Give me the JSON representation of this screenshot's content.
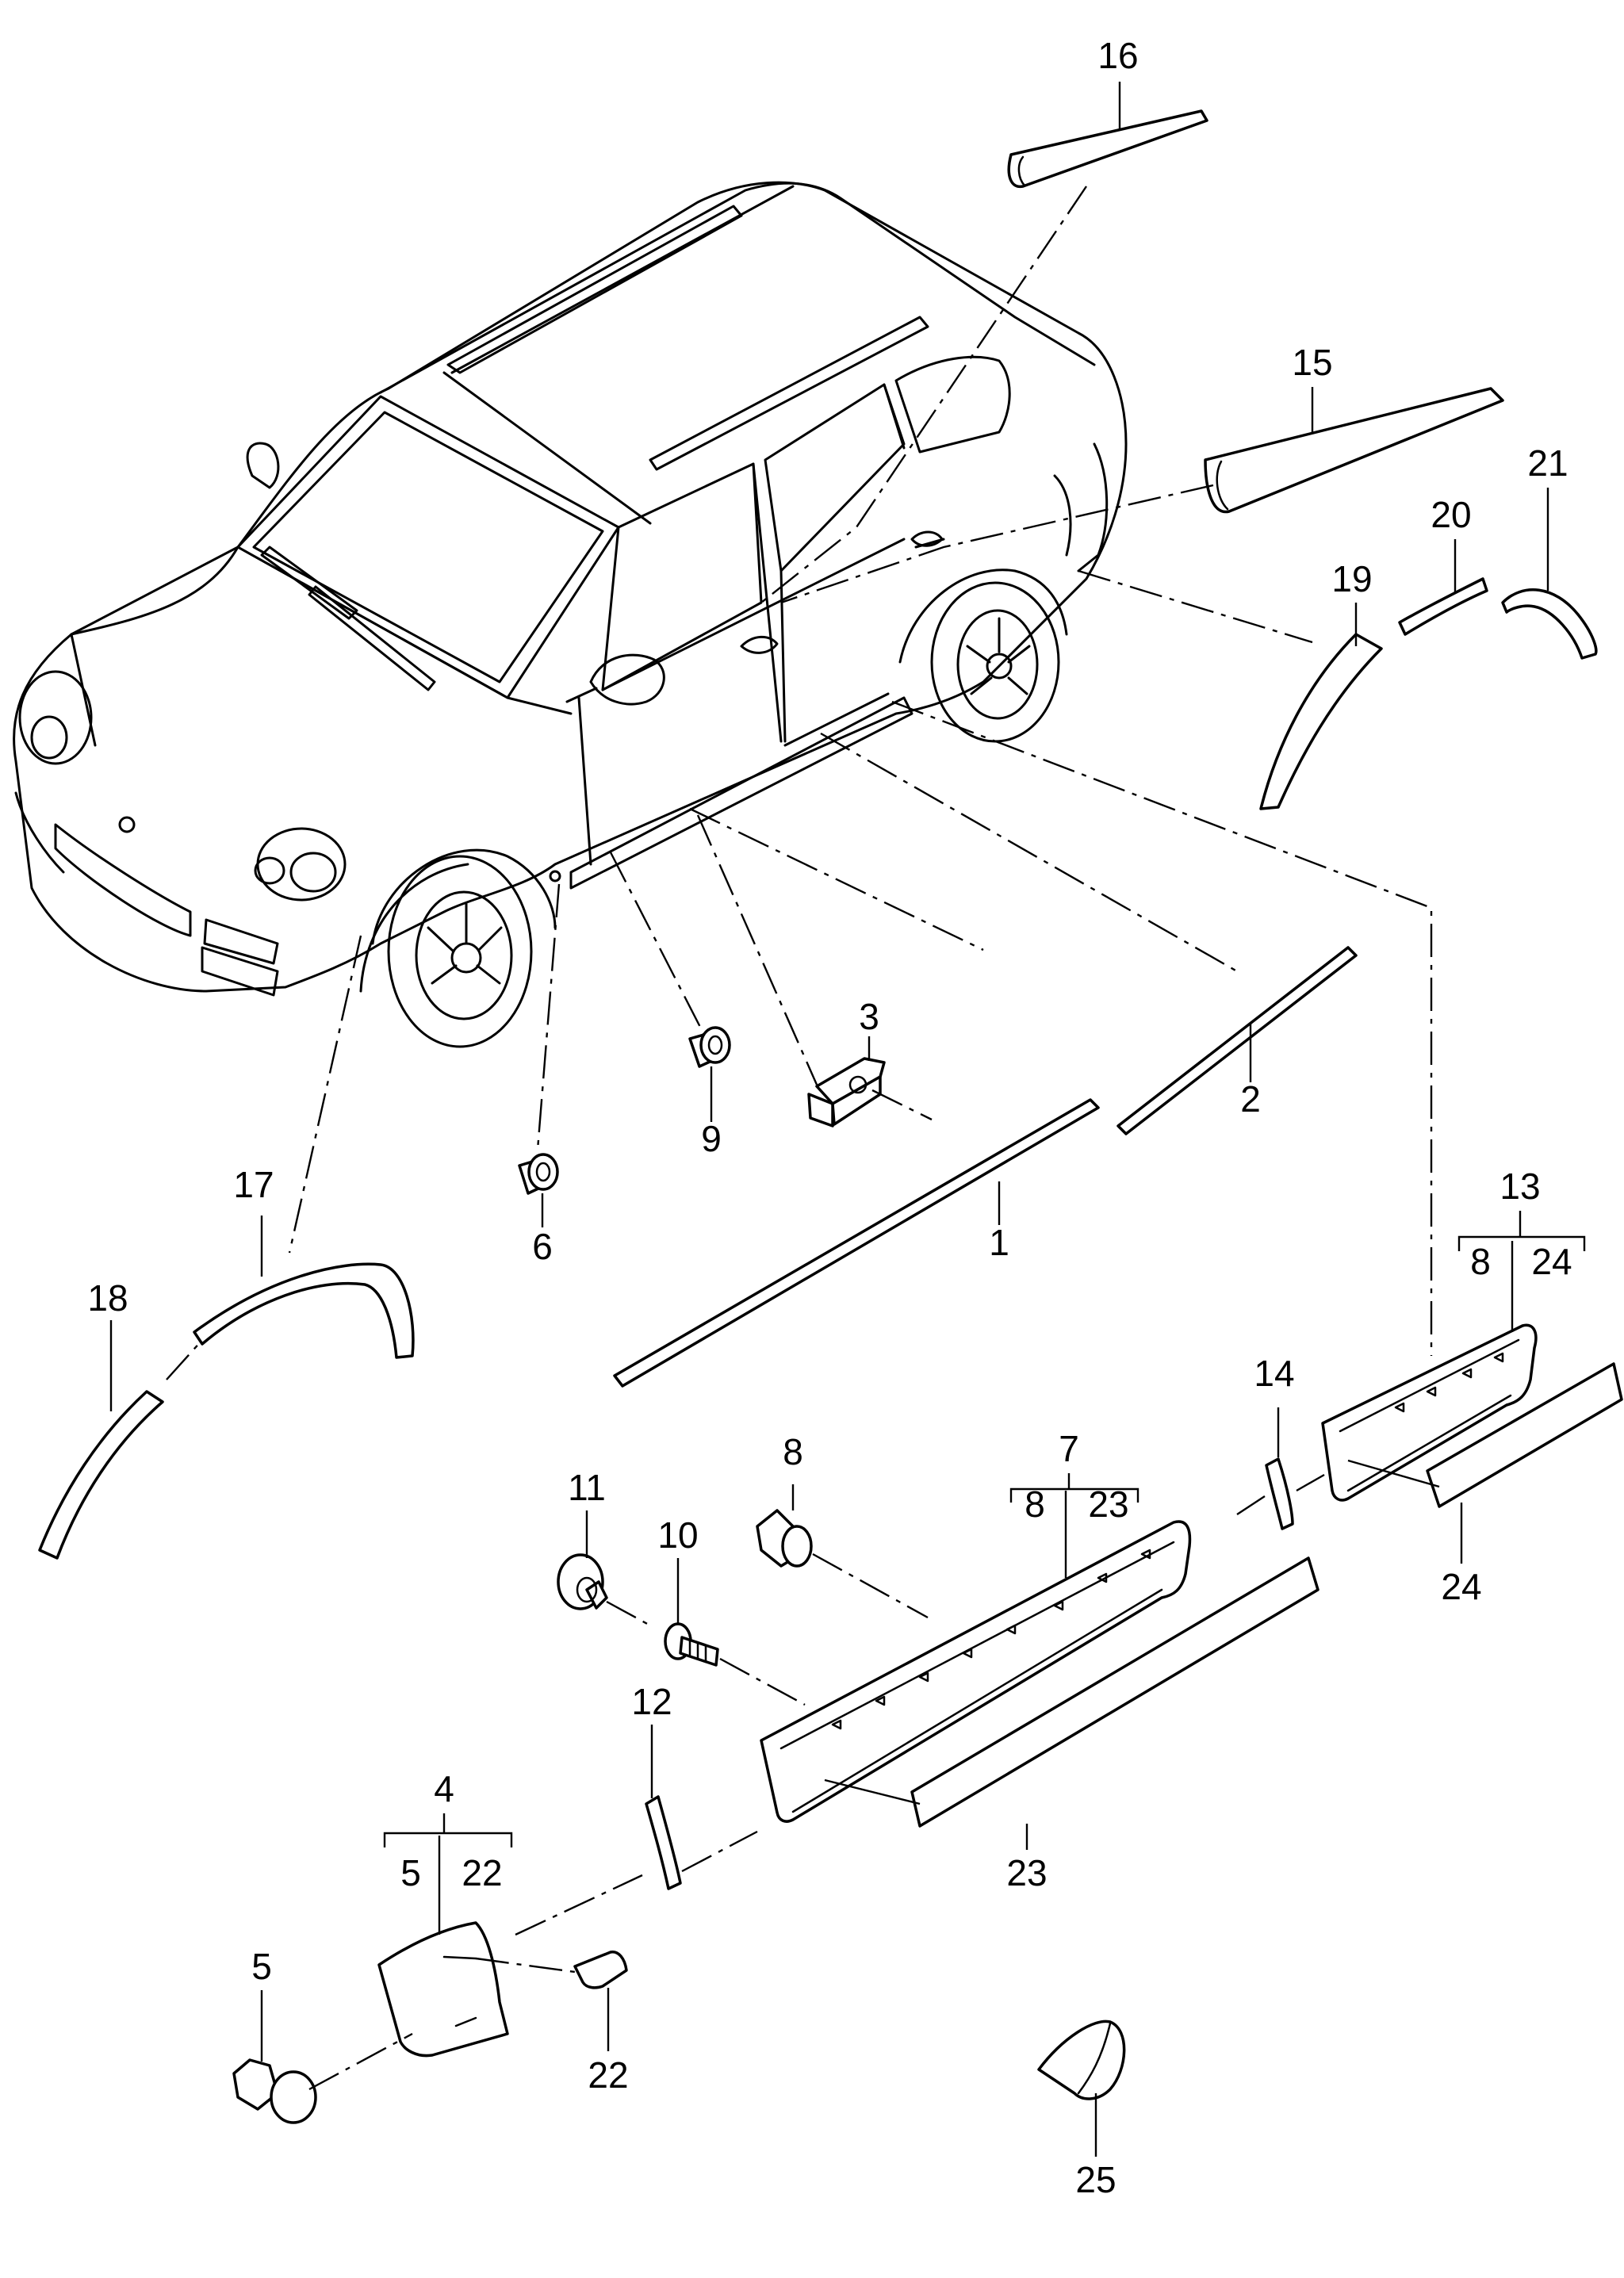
{
  "diagram": {
    "callouts": {
      "c1": "1",
      "c2": "2",
      "c3": "3",
      "c4": "4",
      "c5": "5",
      "c5b": "5",
      "c6": "6",
      "c7": "7",
      "c8": "8",
      "c8b": "8",
      "c8c": "8",
      "c9": "9",
      "c10": "10",
      "c11": "11",
      "c12": "12",
      "c13": "13",
      "c14": "14",
      "c15": "15",
      "c16": "16",
      "c17": "17",
      "c18": "18",
      "c19": "19",
      "c20": "20",
      "c21": "21",
      "c22": "22",
      "c22b": "22",
      "c23": "23",
      "c23b": "23",
      "c24": "24",
      "c24b": "24",
      "c25": "25"
    }
  },
  "colors": {
    "line": "#000000",
    "background": "#ffffff"
  }
}
